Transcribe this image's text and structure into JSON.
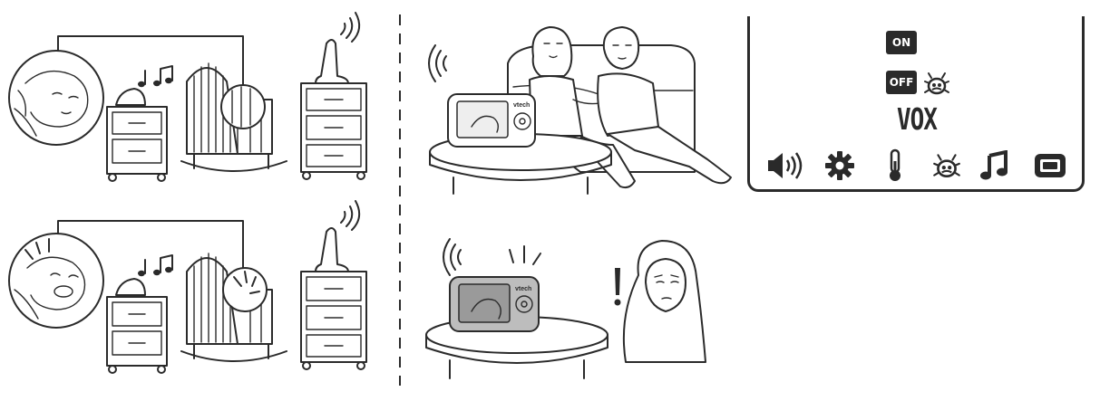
{
  "screen_panel": {
    "on_badge": "ON",
    "off_badge": "OFF",
    "vox_label": "VOX"
  },
  "monitor": {
    "brand": "vtech"
  },
  "icons": [
    "speaker-volume-icon",
    "gear-settings-icon",
    "thermometer-icon",
    "bug-mosquito-icon",
    "music-note-icon",
    "screen-display-icon"
  ]
}
